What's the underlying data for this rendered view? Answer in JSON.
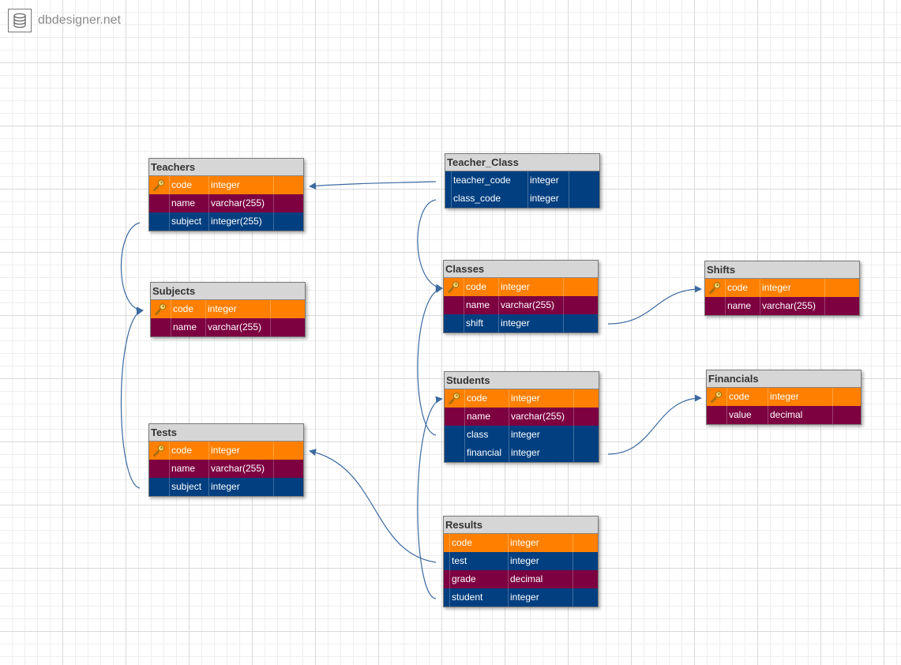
{
  "brand": {
    "name": "dbdesigner.net",
    "icon": "database-icon"
  },
  "colors": {
    "primary_key": "#ff8000",
    "not_null": "#7d0041",
    "foreign": "#013f80",
    "header": "#d6d6d6",
    "link": "#3c6aa0"
  },
  "tables": {
    "teachers": {
      "title": "Teachers",
      "rows": [
        {
          "name": "code",
          "type": "integer",
          "key": true
        },
        {
          "name": "name",
          "type": "varchar(255)"
        },
        {
          "name": "subject",
          "type": "integer(255)"
        }
      ]
    },
    "subjects": {
      "title": "Subjects",
      "rows": [
        {
          "name": "code",
          "type": "integer",
          "key": true
        },
        {
          "name": "name",
          "type": "varchar(255)"
        }
      ]
    },
    "tests": {
      "title": "Tests",
      "rows": [
        {
          "name": "code",
          "type": "integer",
          "key": true
        },
        {
          "name": "name",
          "type": "varchar(255)"
        },
        {
          "name": "subject",
          "type": "integer"
        }
      ]
    },
    "teacher_class": {
      "title": "Teacher_Class",
      "rows": [
        {
          "name": "teacher_code",
          "type": "integer"
        },
        {
          "name": "class_code",
          "type": "integer"
        }
      ]
    },
    "classes": {
      "title": "Classes",
      "rows": [
        {
          "name": "code",
          "type": "integer",
          "key": true
        },
        {
          "name": "name",
          "type": "varchar(255)"
        },
        {
          "name": "shift",
          "type": "integer"
        }
      ]
    },
    "students": {
      "title": "Students",
      "rows": [
        {
          "name": "code",
          "type": "integer",
          "key": true
        },
        {
          "name": "name",
          "type": "varchar(255)"
        },
        {
          "name": "class",
          "type": "integer"
        },
        {
          "name": "financial",
          "type": "integer"
        }
      ]
    },
    "results": {
      "title": "Results",
      "rows": [
        {
          "name": "code",
          "type": "integer"
        },
        {
          "name": "test",
          "type": "integer"
        },
        {
          "name": "grade",
          "type": "decimal"
        },
        {
          "name": "student",
          "type": "integer"
        }
      ]
    },
    "shifts": {
      "title": "Shifts",
      "rows": [
        {
          "name": "code",
          "type": "integer",
          "key": true
        },
        {
          "name": "name",
          "type": "varchar(255)"
        }
      ]
    },
    "financials": {
      "title": "Financials",
      "rows": [
        {
          "name": "code",
          "type": "integer",
          "key": true
        },
        {
          "name": "value",
          "type": "decimal"
        }
      ]
    }
  }
}
